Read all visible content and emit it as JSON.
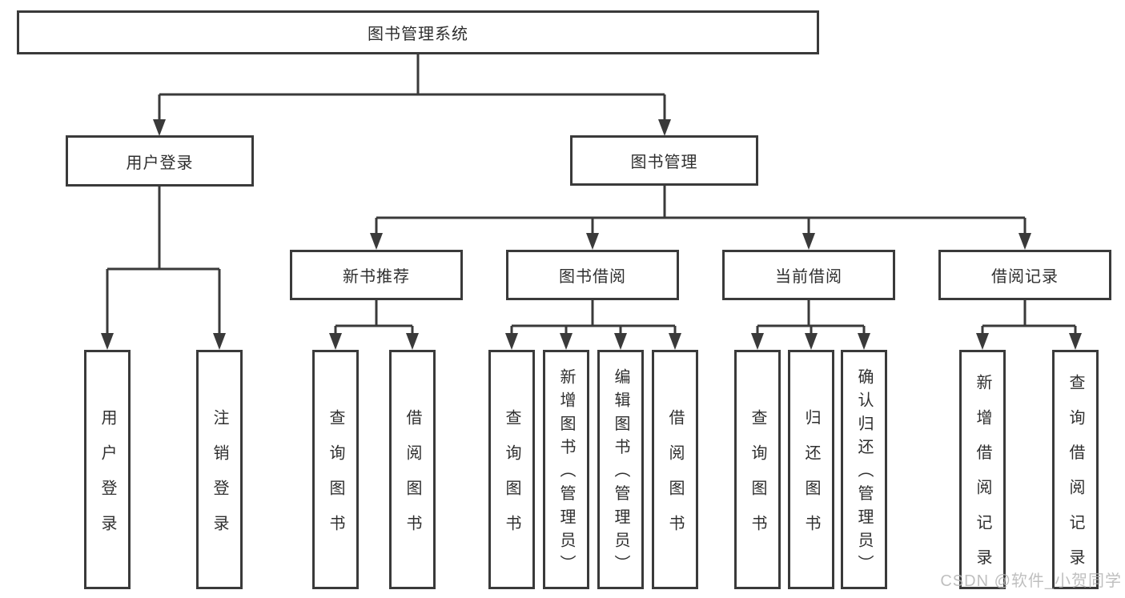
{
  "diagram": {
    "root": {
      "label": "图书管理系统"
    },
    "branches": [
      {
        "label": "用户登录",
        "children": [
          {
            "label": "用户登录"
          },
          {
            "label": "注销登录"
          }
        ]
      },
      {
        "label": "图书管理",
        "groups": [
          {
            "label": "新书推荐",
            "children": [
              {
                "label": "查询图书"
              },
              {
                "label": "借阅图书"
              }
            ]
          },
          {
            "label": "图书借阅",
            "children": [
              {
                "label": "查询图书"
              },
              {
                "label": "新增图书（管理员）"
              },
              {
                "label": "编辑图书（管理员）"
              },
              {
                "label": "借阅图书"
              }
            ]
          },
          {
            "label": "当前借阅",
            "children": [
              {
                "label": "查询图书"
              },
              {
                "label": "归还图书"
              },
              {
                "label": "确认归还（管理员）"
              }
            ]
          },
          {
            "label": "借阅记录",
            "children": [
              {
                "label": "新增借阅记录"
              },
              {
                "label": "查询借阅记录"
              }
            ]
          }
        ]
      }
    ],
    "watermark": "CSDN @软件_小贺同学",
    "colors": {
      "line": "#3a3a3a",
      "text": "#2f2f2f",
      "watermark": "#b5b5b5",
      "background": "#ffffff"
    }
  }
}
